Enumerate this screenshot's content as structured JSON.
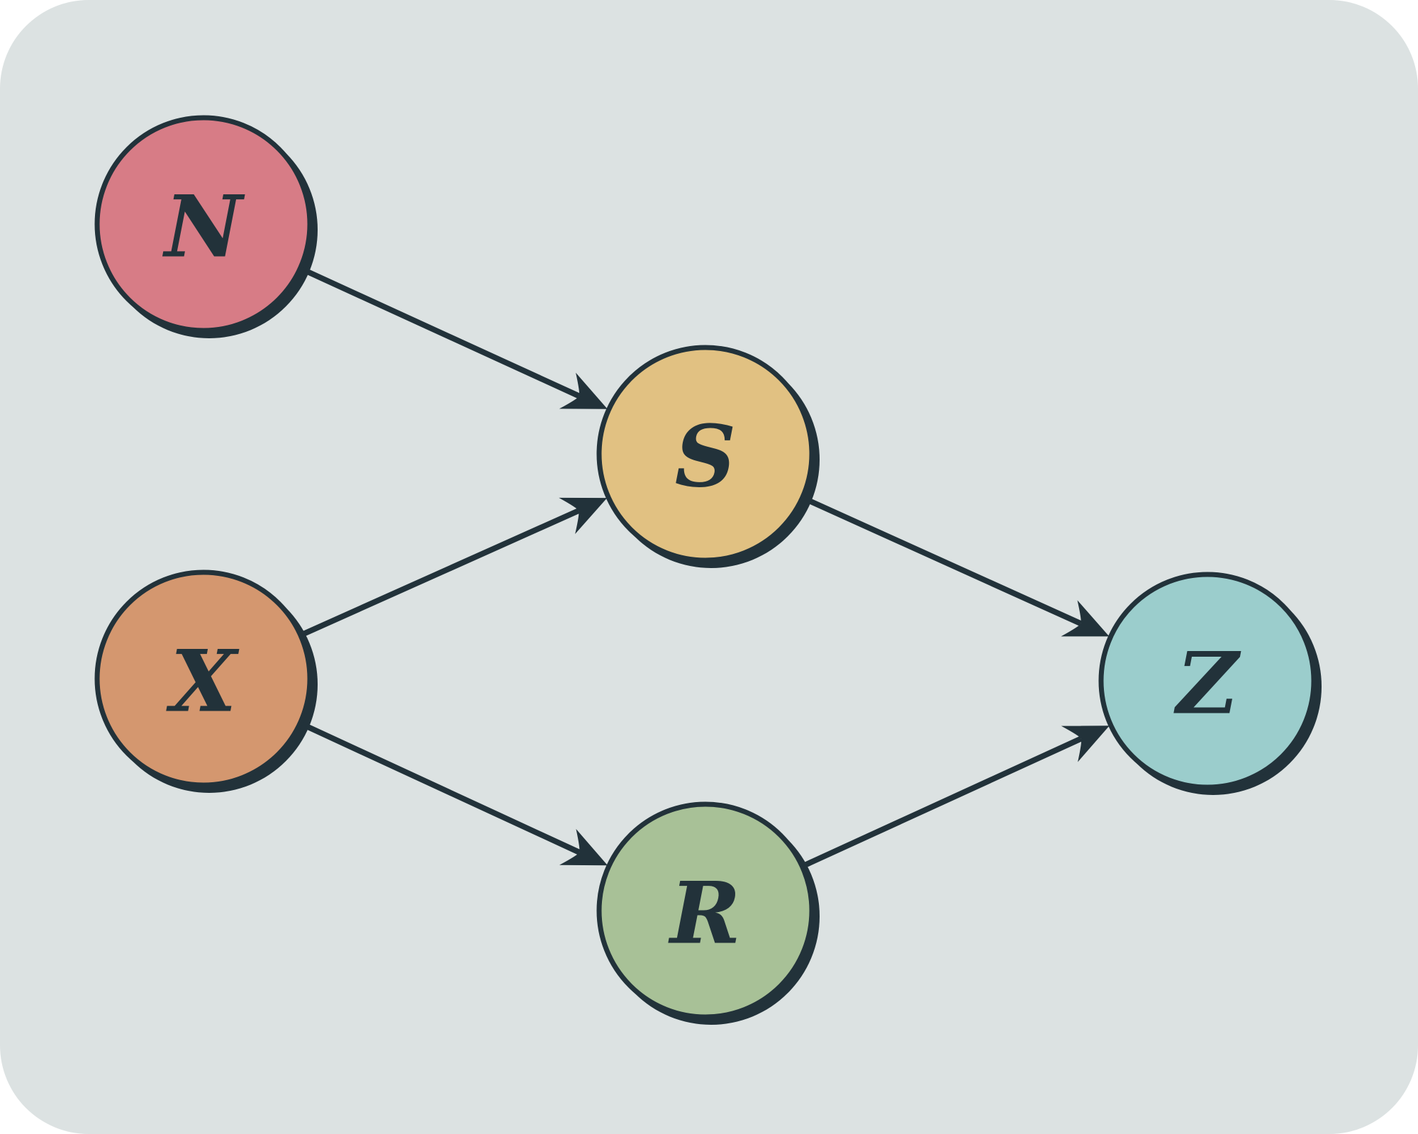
{
  "colors": {
    "background": "#dce2e2",
    "ink": "#22323a",
    "N": "#d77c86",
    "X": "#d4976f",
    "S": "#e1c182",
    "R": "#a8c197",
    "Z": "#9bcdcc"
  },
  "nodes": [
    {
      "id": "N",
      "label": "N"
    },
    {
      "id": "X",
      "label": "X"
    },
    {
      "id": "S",
      "label": "S"
    },
    {
      "id": "R",
      "label": "R"
    },
    {
      "id": "Z",
      "label": "Z"
    }
  ],
  "edges": [
    {
      "from": "N",
      "to": "S"
    },
    {
      "from": "X",
      "to": "S"
    },
    {
      "from": "X",
      "to": "R"
    },
    {
      "from": "S",
      "to": "Z"
    },
    {
      "from": "R",
      "to": "Z"
    }
  ]
}
